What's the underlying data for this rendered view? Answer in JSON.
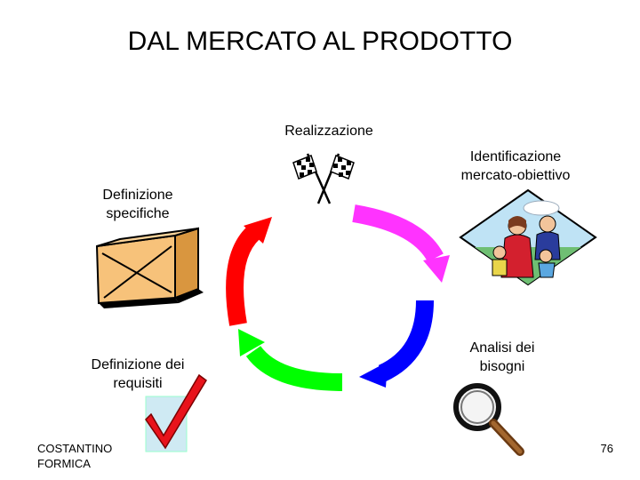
{
  "title": "DAL MERCATO AL PRODOTTO",
  "cycle": {
    "steps": [
      {
        "label": "Realizzazione",
        "icon": "checkered-flags-icon"
      },
      {
        "label": "Identificazione\nmercato-obiettivo",
        "icon": "family-icon",
        "arrow_color": "#ff33ff"
      },
      {
        "label": "Analisi dei\nbisogni",
        "icon": "magnifying-glass-icon",
        "arrow_color": "#0000ff"
      },
      {
        "label": "Definizione dei\nrequisiti",
        "icon": "checkmark-icon",
        "arrow_color": "#00ff00"
      },
      {
        "label": "Definizione\nspecifiche",
        "icon": "package-icon",
        "arrow_color": "#ff0000"
      }
    ]
  },
  "footer": {
    "author": "COSTANTINO\nFORMICA",
    "page_number": "76"
  }
}
